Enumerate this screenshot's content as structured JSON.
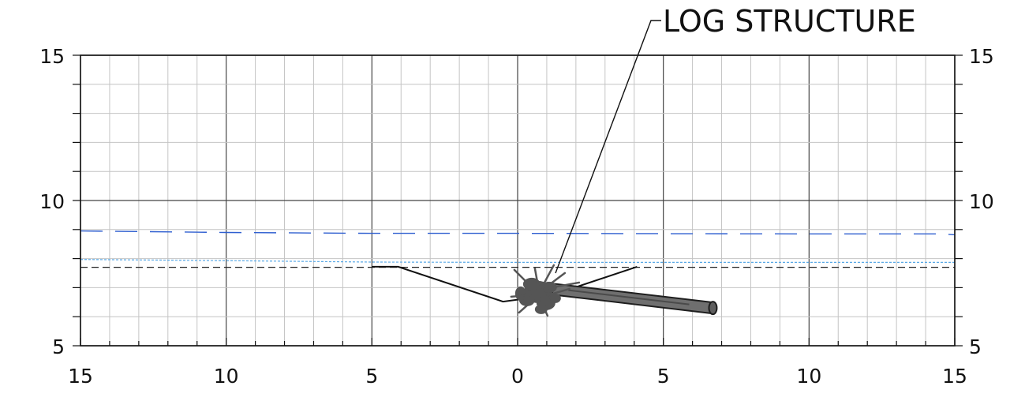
{
  "chart_data": {
    "type": "line",
    "title": "",
    "xlabel": "",
    "ylabel": "",
    "xlim": [
      -15,
      15
    ],
    "ylim": [
      5,
      15
    ],
    "grid": true,
    "x_tick_labels": [
      "15",
      "10",
      "5",
      "0",
      "5",
      "10",
      "15"
    ],
    "x_tick_values": [
      -15,
      -10,
      -5,
      0,
      5,
      10,
      15
    ],
    "y_tick_labels": [
      "5",
      "10",
      "15"
    ],
    "y_tick_values": [
      5,
      10,
      15
    ],
    "series": [
      {
        "style": "long-dash",
        "color": "#2f5fd0",
        "x": [
          -15,
          -10,
          -5,
          0,
          5,
          10,
          14.5,
          15
        ],
        "y": [
          8.95,
          8.9,
          8.87,
          8.87,
          8.86,
          8.85,
          8.85,
          8.82
        ]
      },
      {
        "style": "short-dash",
        "color": "#5aa9e6",
        "x": [
          -15,
          -10,
          -5,
          0,
          5,
          10,
          15
        ],
        "y": [
          7.97,
          7.93,
          7.88,
          7.87,
          7.87,
          7.87,
          7.87
        ]
      },
      {
        "style": "dashed",
        "color": "#222222",
        "x": [
          -15,
          15
        ],
        "y": [
          7.7,
          7.7
        ]
      },
      {
        "style": "solid",
        "color": "#111111",
        "x": [
          -5,
          -4.1,
          -0.5,
          1.2,
          4.1
        ],
        "y": [
          7.72,
          7.72,
          6.52,
          6.75,
          7.72
        ]
      }
    ],
    "annotations": [
      {
        "text": "LOG STRUCTURE",
        "target": [
          1.3,
          7.5
        ]
      }
    ],
    "log_structure": {
      "color": "#555555",
      "rootwad_center": [
        0.7,
        6.85
      ],
      "trunk": {
        "from": [
          1.2,
          6.95
        ],
        "to": [
          6.7,
          6.3
        ]
      }
    }
  }
}
